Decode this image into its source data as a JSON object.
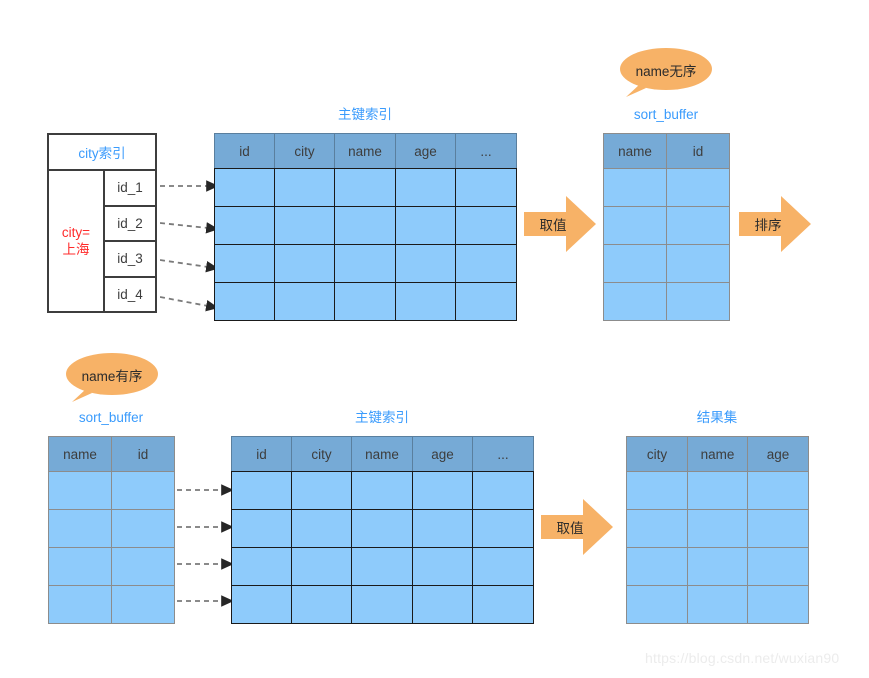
{
  "diagram": {
    "title_top_section": "",
    "watermark": "https://blog.csdn.net/wuxian90"
  },
  "top_row": {
    "city_index": {
      "caption": "city索引",
      "filter_label": "city=\n上海",
      "filter_line1": "city=",
      "filter_line2": "上海",
      "rows": [
        "id_1",
        "id_2",
        "id_3",
        "id_4"
      ]
    },
    "primary_index": {
      "caption": "主键索引",
      "columns": [
        "id",
        "city",
        "name",
        "age",
        "..."
      ],
      "row_count": 4
    },
    "arrow_fetch": {
      "label": "取值"
    },
    "sort_buffer": {
      "caption": "sort_buffer",
      "bubble": "name无序",
      "columns": [
        "name",
        "id"
      ],
      "row_count": 4
    },
    "arrow_sort": {
      "label": "排序"
    }
  },
  "bottom_row": {
    "sort_buffer": {
      "caption": "sort_buffer",
      "bubble": "name有序",
      "columns": [
        "name",
        "id"
      ],
      "row_count": 4
    },
    "primary_index": {
      "caption": "主键索引",
      "columns": [
        "id",
        "city",
        "name",
        "age",
        "..."
      ],
      "row_count": 4
    },
    "arrow_fetch": {
      "label": "取值"
    },
    "result_set": {
      "caption": "结果集",
      "columns": [
        "city",
        "name",
        "age"
      ],
      "row_count": 4
    }
  },
  "colors": {
    "header_blue": "#76aad6",
    "cell_blue": "#8ecbfb",
    "caption_blue": "#3a9bfc",
    "accent_orange": "#f7b267",
    "filter_red": "#ff2b2b",
    "grid_black": "#1a1a1a",
    "grid_gray": "#8c8c8c",
    "watermark_gray": "#ececec"
  }
}
